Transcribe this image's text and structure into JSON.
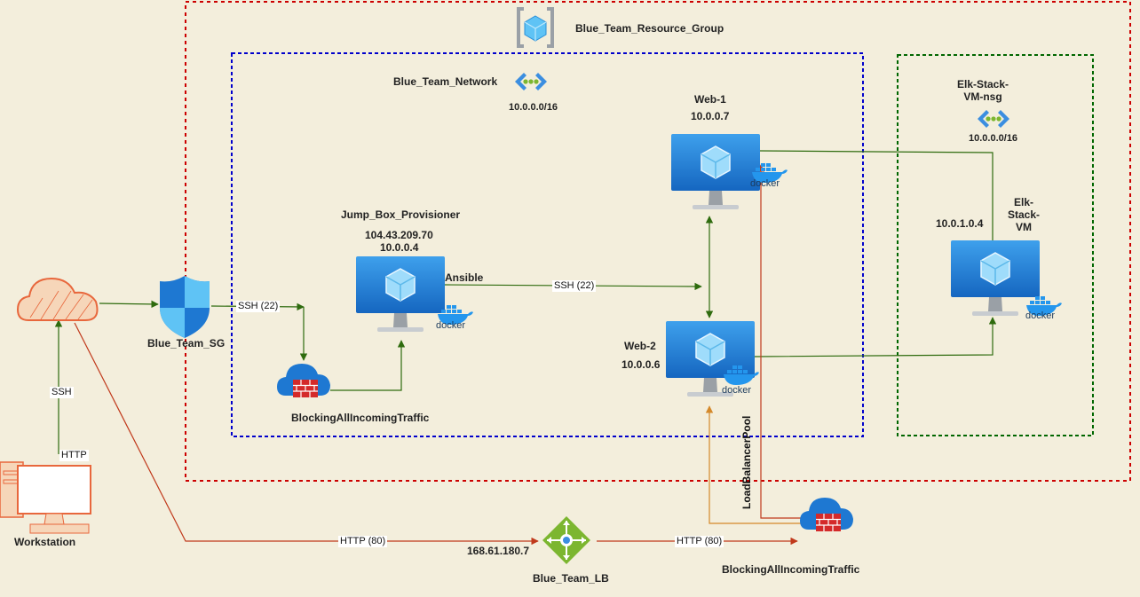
{
  "diagram": {
    "resource_group": {
      "label": "Blue_Team_Resource_Group",
      "border_color": "#cc0000"
    },
    "network": {
      "label": "Blue_Team_Network",
      "cidr": "10.0.0.0/16",
      "border_color": "#0000cc"
    },
    "elk_nsg": {
      "label": "Elk-Stack-\nVM-nsg",
      "cidr": "10.0.0.0/16",
      "border_color": "#006600"
    },
    "nodes": {
      "internet": {
        "label": ""
      },
      "workstation": {
        "label": "Workstation"
      },
      "security_group": {
        "label": "Blue_Team_SG"
      },
      "jump_box": {
        "label": "Jump_Box_Provisioner",
        "public_ip": "104.43.209.70",
        "private_ip": "10.0.0.4",
        "tool": "Ansible"
      },
      "firewall_network": {
        "label": "BlockingAllIncomingTraffic"
      },
      "web1": {
        "label": "Web-1",
        "ip": "10.0.0.7"
      },
      "web2": {
        "label": "Web-2",
        "ip": "10.0.0.6"
      },
      "elk_vm": {
        "label": "Elk-\nStack-\nVM",
        "ip": "10.0.1.0.4"
      },
      "load_balancer": {
        "label": "Blue_Team_LB",
        "ip": "168.61.180.7"
      },
      "firewall_lb": {
        "label": "BlockingAllIncomingTraffic"
      },
      "docker_badge": "docker"
    },
    "edges": {
      "ssh_workstation": "SSH",
      "http_workstation": "HTTP",
      "ssh_sg": "SSH (22)",
      "ssh_jumpbox": "SSH (22)",
      "http_to_lb": "HTTP (80)",
      "http_lb_to_fw": "HTTP (80)",
      "backend_pool": "LoadBalancerPool"
    },
    "colors": {
      "green_line": "#2e6b0e",
      "red_line": "#c0391b",
      "orange_line": "#d4892a",
      "azure_blue": "#1e78d2",
      "azure_light": "#5fb7ef",
      "cloud_orange": "#e8673c",
      "firewall_red": "#d42a2a",
      "lb_green": "#7cb630",
      "docker_blue": "#2496ed"
    }
  }
}
